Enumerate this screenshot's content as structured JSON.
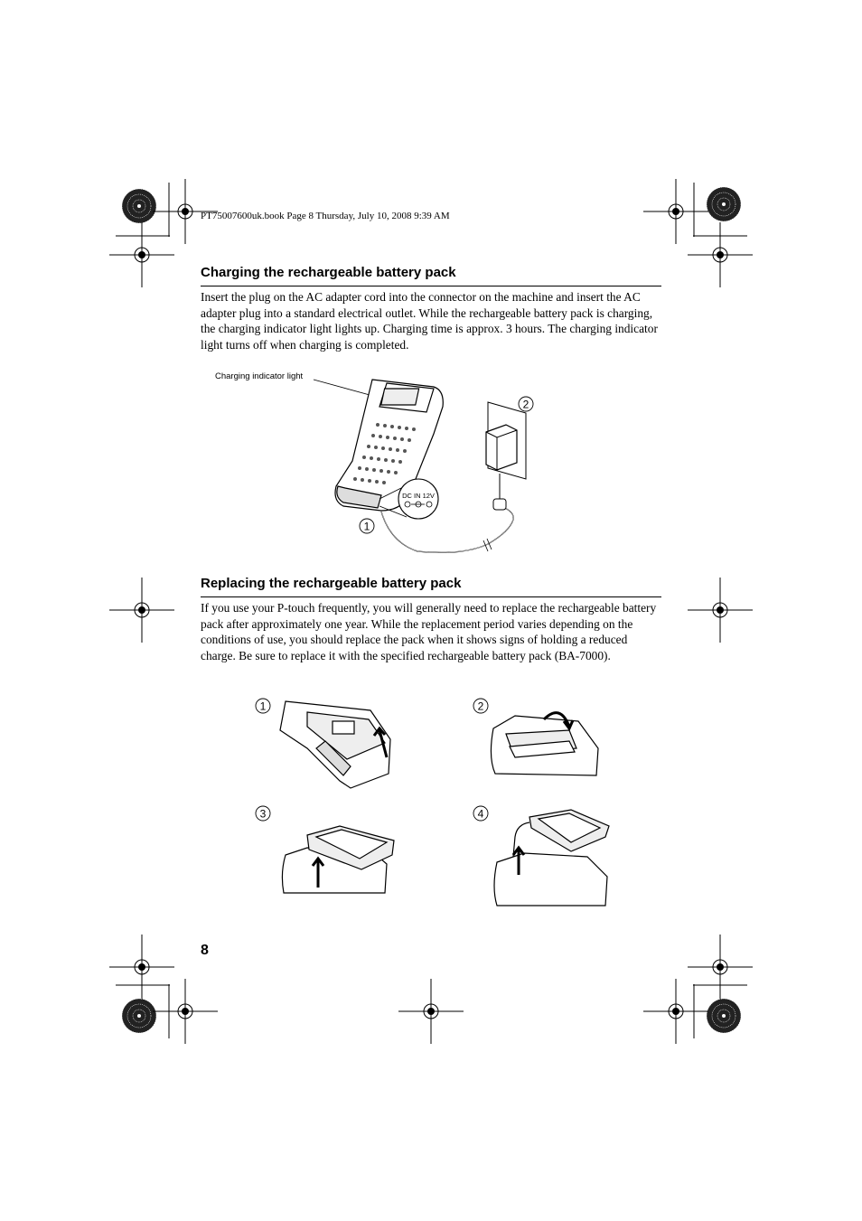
{
  "header": {
    "file_info": "PT75007600uk.book  Page 8  Thursday, July 10, 2008  9:39 AM"
  },
  "section_charging": {
    "title": "Charging the rechargeable battery pack",
    "body": "Insert the plug on the AC adapter cord into the connector on the machine and insert the AC adapter plug into a standard electrical outlet. While the rechargeable battery pack is charging, the charging indicator light lights up. Charging time is approx. 3 hours. The charging indicator light turns off when charging is completed.",
    "figure": {
      "callout": "Charging indicator light",
      "dc_label": "DC IN 12V",
      "step_1": "1",
      "step_2": "2"
    }
  },
  "section_replacing": {
    "title": "Replacing the rechargeable battery pack",
    "body": "If you use your P-touch frequently, you will generally need to replace the rechargeable battery pack after approximately one year. While the replacement period varies depending on the conditions of use, you should replace the pack when it shows signs of holding a reduced charge. Be sure to replace it with the specified rechargeable battery pack (BA-7000).",
    "steps": [
      "1",
      "2",
      "3",
      "4"
    ]
  },
  "footer": {
    "page_number": "8"
  }
}
